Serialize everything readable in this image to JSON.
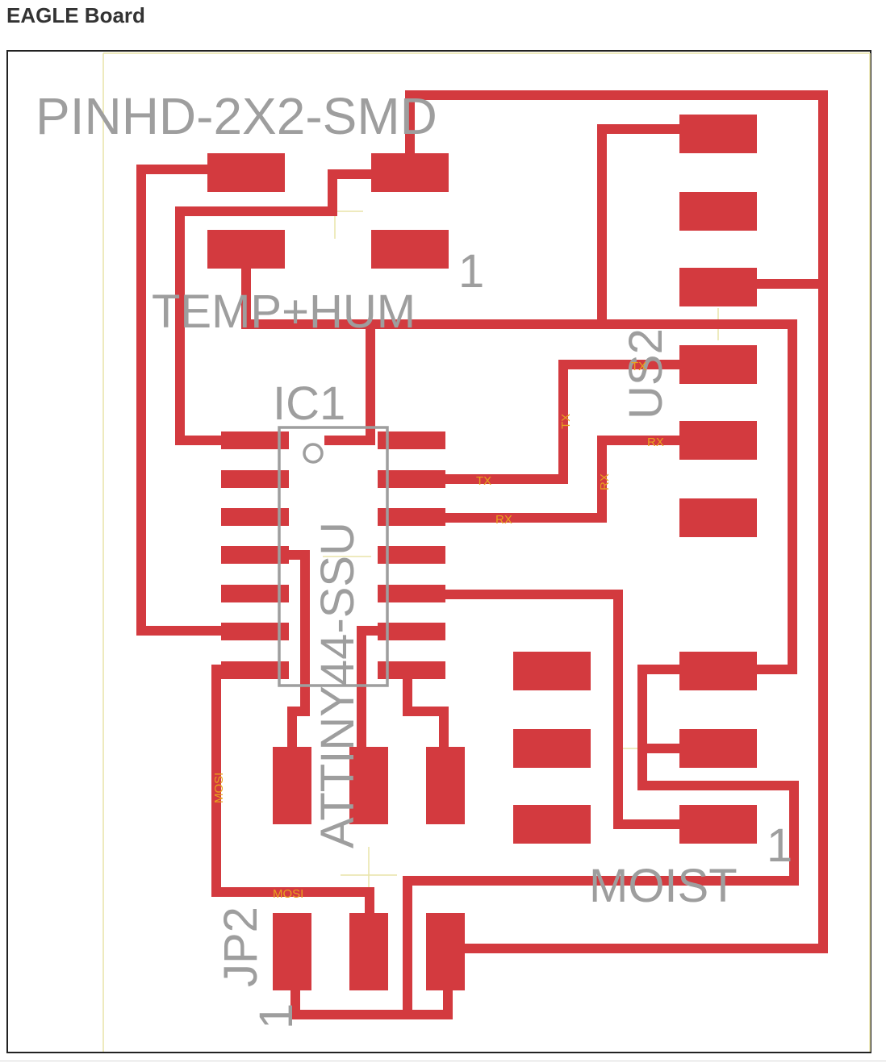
{
  "page": {
    "title": "EAGLE Board"
  },
  "colors": {
    "trace": "#d33a3f",
    "silkscreen": "#9e9e9e",
    "signal_label": "#e8a21e",
    "origin_cross": "#e9e4a8",
    "outline": "#e9e4a8"
  },
  "labels": {
    "pinhd": "PINHD-2X2-SMD",
    "pinhd_pin1": "1",
    "temp_hum": "TEMP+HUM",
    "ic1": "IC1",
    "attiny": "ATTINY44-SSU",
    "us2": "US2",
    "moist": "MOIST",
    "moist_pin1": "1",
    "jp2": "JP2",
    "jp2_pin1": "1"
  },
  "signals": {
    "tx": "TX",
    "rx": "RX",
    "mosi": "MOSI"
  }
}
